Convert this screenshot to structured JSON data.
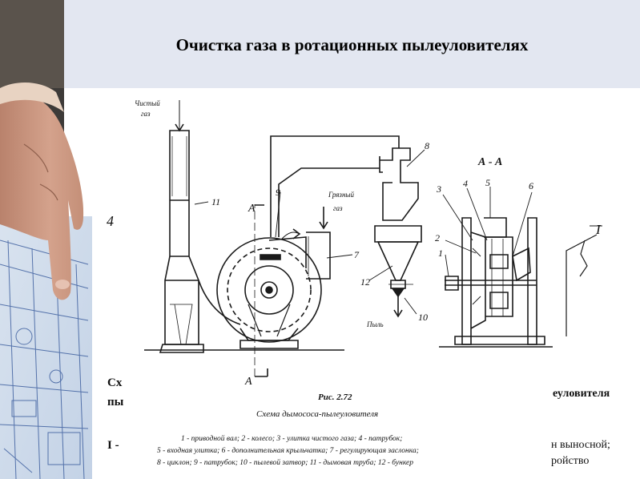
{
  "slide": {
    "title": "Очистка газа в ротационных пылеуловителях"
  },
  "diagram": {
    "labels": {
      "clean_gas": [
        "Чистый",
        "газ"
      ],
      "dirty_gas": [
        "Грязный",
        "газ"
      ],
      "dust": "Пыль",
      "section_a_top": "А",
      "section_a_bottom": "А",
      "section_view": "А - А",
      "parts": [
        "1",
        "2",
        "3",
        "4",
        "5",
        "6",
        "7",
        "8",
        "9",
        "10",
        "11",
        "12"
      ],
      "figure_left_number": "4",
      "figure_right_mark": "I"
    },
    "caption": {
      "number": "Рис. 2.72",
      "title": "Схема дымососа-пылеуловителя",
      "legend": [
        "1 - приводной вал; 2 - колесо; 3 - улитка чистого газа; 4 - патрубок;",
        "5 - входная улитка; 6 - дополнительная крыльчатка; 7 - регулирующая заслонка;",
        "8 - циклон; 9 - патрубок; 10 - пылевой затвор; 11 - дымовая труба; 12 - бункер"
      ]
    }
  },
  "background_slide_text": {
    "left_top": "Сх",
    "left_mid": "пы",
    "left_bottom": "I -",
    "right_top": "еуловителя",
    "right_mid": "н выносной;",
    "right_bottom": "ройство"
  },
  "colors": {
    "header_bg": "#e3e7f1",
    "line": "#1a1a1a",
    "blueprint": "#2b4f95"
  }
}
